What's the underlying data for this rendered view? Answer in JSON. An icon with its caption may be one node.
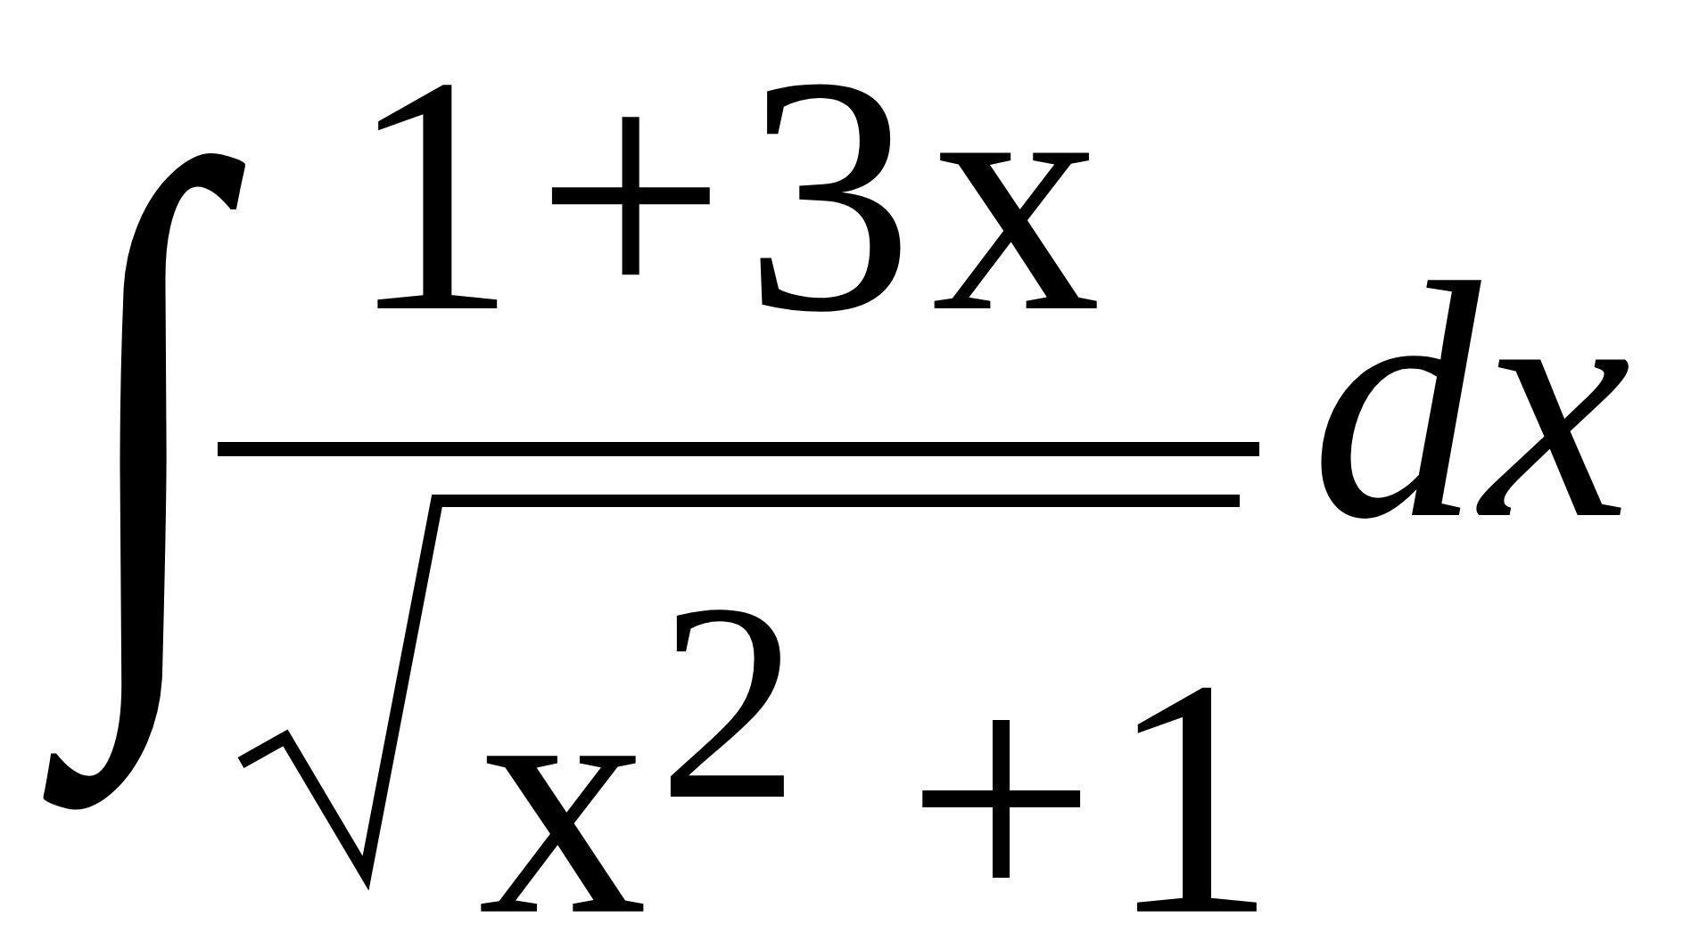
{
  "diagram": {
    "labels": [
      "∫",
      "1+3x",
      "x$^{2}$ +1",
      "dx"
    ]
  }
}
